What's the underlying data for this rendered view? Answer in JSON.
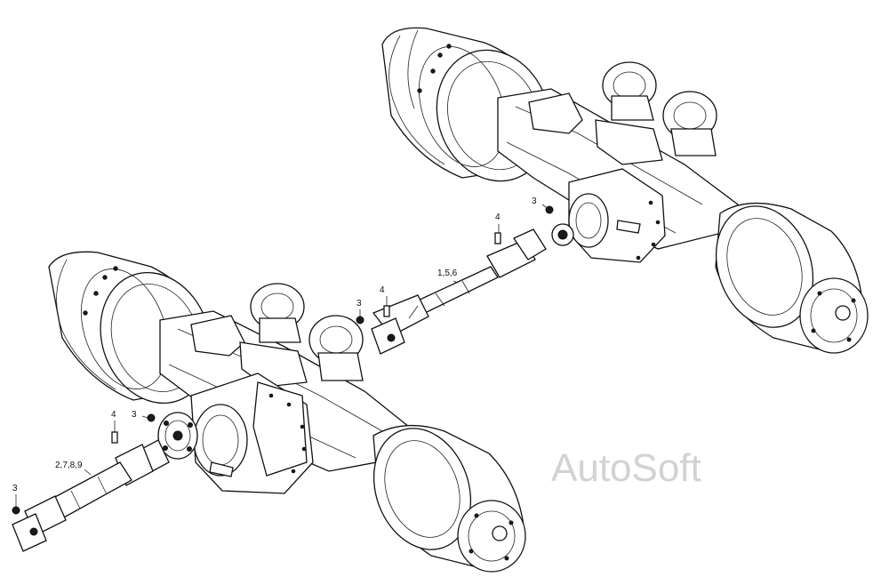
{
  "callouts": {
    "upper_bolt": "4",
    "upper_nut": "3",
    "middle_shaft": "1,5,6",
    "middle_bolt": "4",
    "middle_nut": "3",
    "lower_bolt": "4",
    "lower_nut": "3",
    "lower_shaft": "2,7,8,9",
    "bottom_nut": "3"
  },
  "watermark": "AutoSoft",
  "colors": {
    "line": "#111111",
    "watermark": "#d2d2d2",
    "background": "#ffffff"
  }
}
